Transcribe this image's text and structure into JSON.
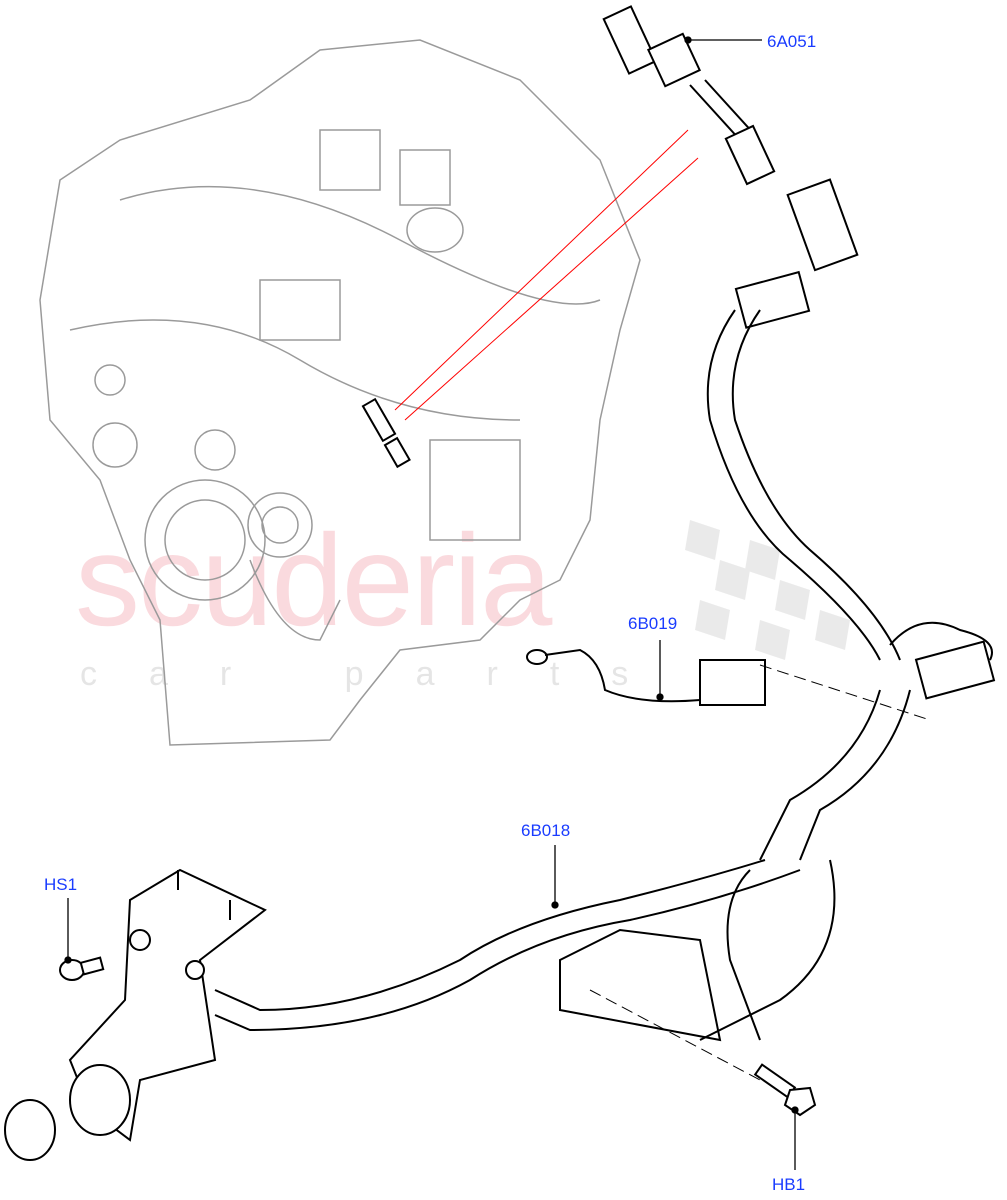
{
  "watermark": {
    "brand": "scuderia",
    "sub": "car parts"
  },
  "labels": [
    {
      "id": "6A051"
    },
    {
      "id": "6B019"
    },
    {
      "id": "6B018"
    },
    {
      "id": "HS1"
    },
    {
      "id": "HB1"
    }
  ],
  "colors": {
    "label": "#1a3cff",
    "leader": "#000000",
    "callout_line": "#ff0000",
    "engine_outline": "#9a9a9a"
  }
}
